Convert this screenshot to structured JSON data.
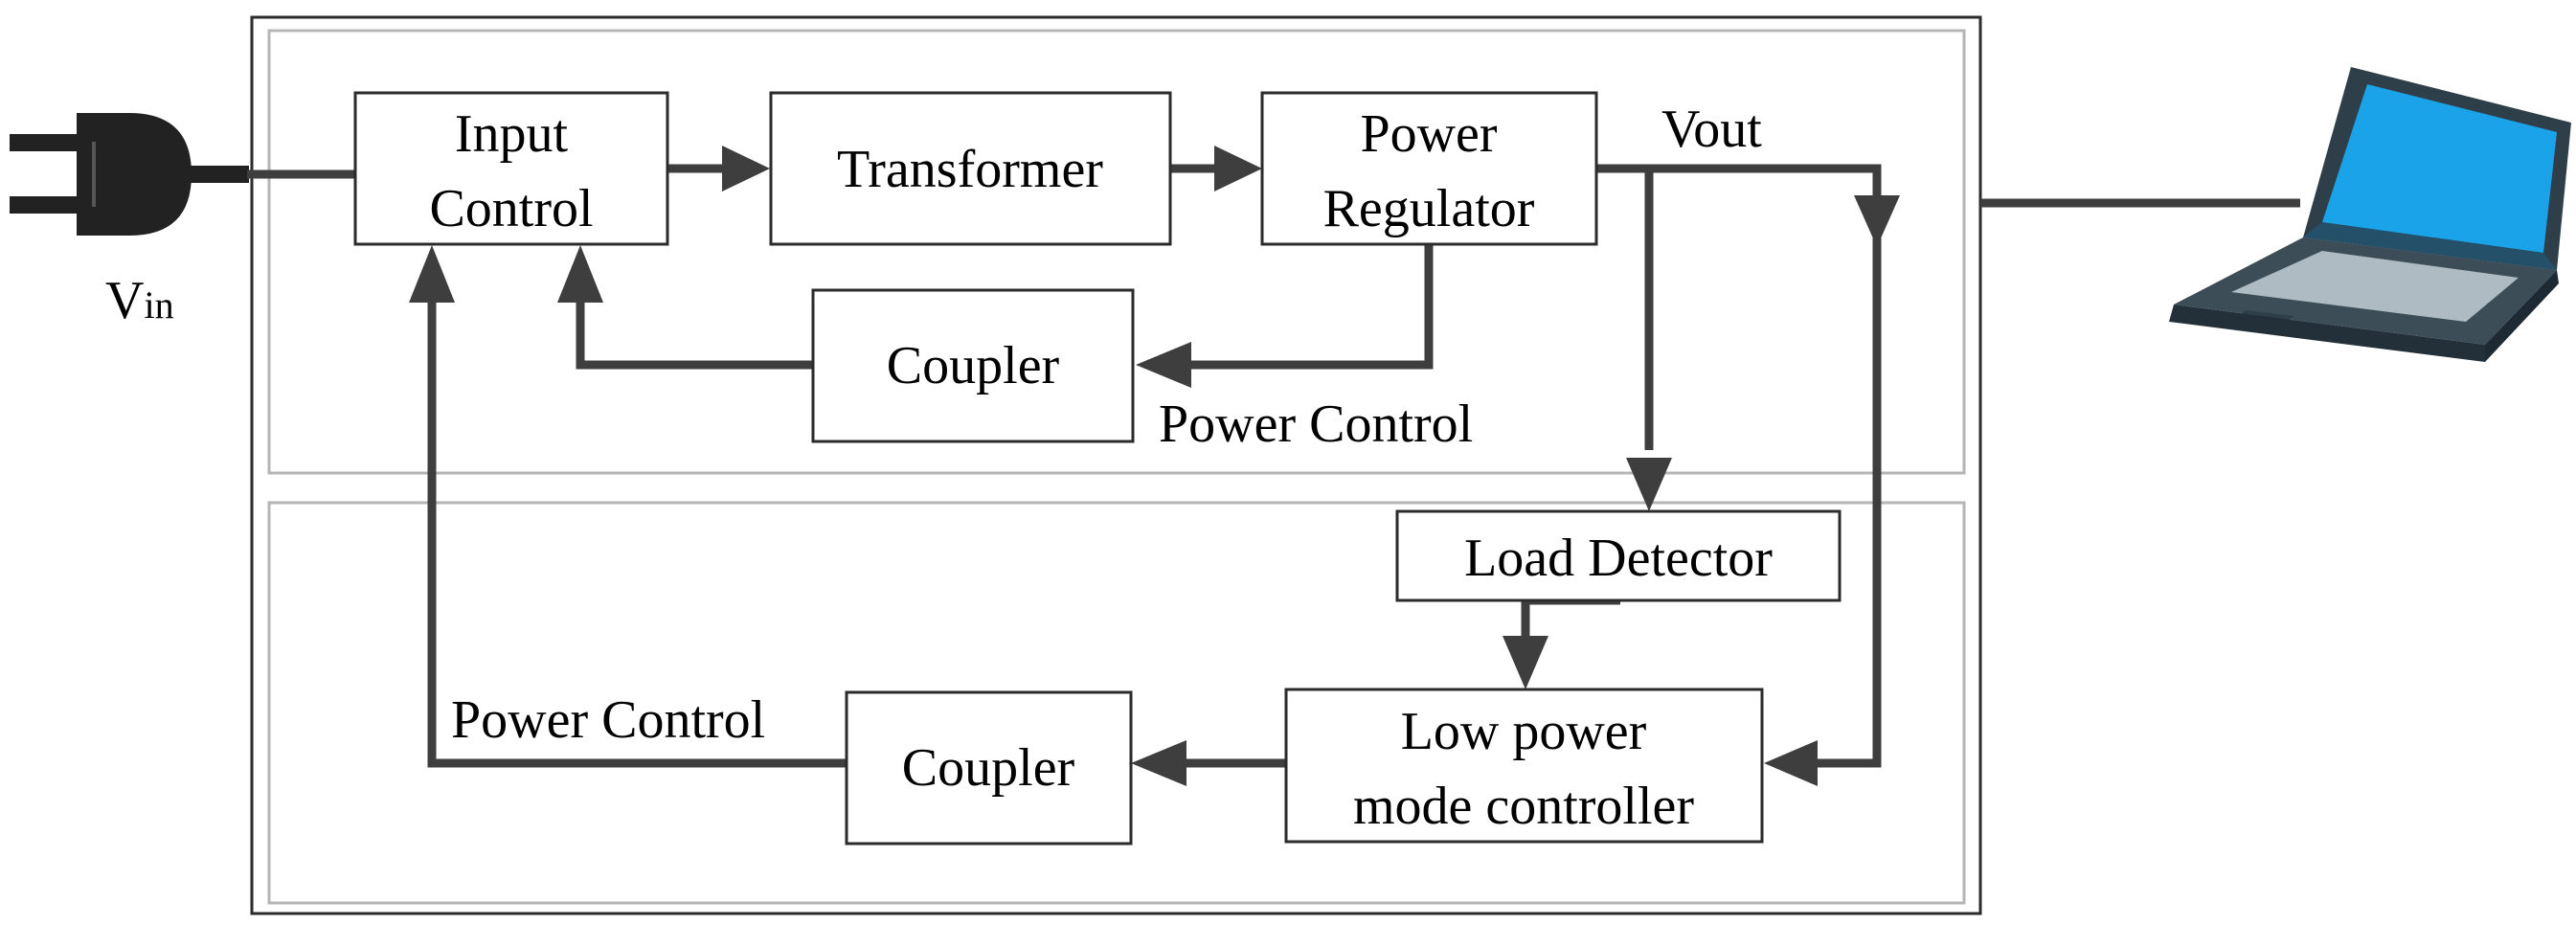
{
  "blocks": {
    "input_control": [
      "Input",
      "Control"
    ],
    "transformer": "Transformer",
    "power_regulator": [
      "Power",
      "Regulator"
    ],
    "coupler_top": "Coupler",
    "load_detector": "Load Detector",
    "low_power_controller": [
      "Low power",
      "mode controller"
    ],
    "coupler_bottom": "Coupler"
  },
  "labels": {
    "vout": "Vout",
    "vin_main": "V",
    "vin_sub": "in",
    "power_control_top": "Power Control",
    "power_control_bottom": "Power Control"
  },
  "icons": {
    "plug": "power-plug-icon",
    "laptop": "laptop-icon"
  },
  "colors": {
    "wire": "#3e3e3e",
    "outer_frame": "#2b2b2b",
    "inner_frame": "#b5b5b5",
    "laptop_screen": "#1aa3e8",
    "laptop_body": "#3d4d57"
  }
}
